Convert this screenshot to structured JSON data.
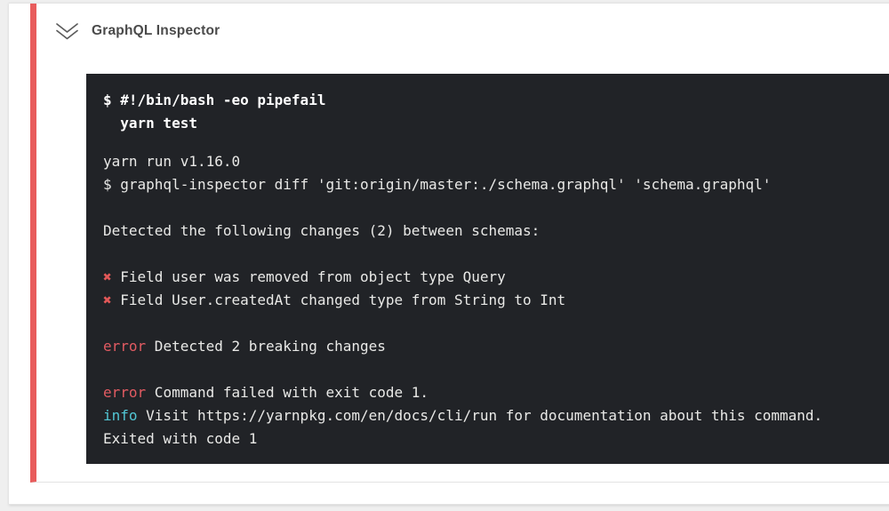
{
  "header": {
    "title": "GraphQL Inspector"
  },
  "icons": {
    "collapse": "double-chevron-down-icon"
  },
  "colors": {
    "page_bg": "#efefef",
    "card_bg": "#ffffff",
    "divider": "#e3e3e3",
    "step_accent": "#e85c5c",
    "title_color": "#4a4a4a",
    "terminal_bg": "#212327",
    "terminal_text": "#e9e9e7",
    "terminal_bold_text": "#ffffff",
    "cross_red": "#e25858",
    "error_red": "#e25b62",
    "info_cyan": "#52c7d5"
  },
  "terminal": {
    "lines": [
      {
        "type": "command",
        "text": "$ #!/bin/bash -eo pipefail"
      },
      {
        "type": "command",
        "text": "  yarn test"
      },
      {
        "type": "gap"
      },
      {
        "type": "output",
        "text": "yarn run v1.16.0"
      },
      {
        "type": "output",
        "text": "$ graphql-inspector diff 'git:origin/master:./schema.graphql' 'schema.graphql'"
      },
      {
        "type": "blank"
      },
      {
        "type": "output",
        "text": "Detected the following changes (2) between schemas:"
      },
      {
        "type": "blank"
      },
      {
        "type": "breaking",
        "prefix": "✖",
        "text": " Field user was removed from object type Query"
      },
      {
        "type": "breaking",
        "prefix": "✖",
        "text": " Field User.createdAt changed type from String to Int"
      },
      {
        "type": "blank"
      },
      {
        "type": "error",
        "prefix": "error",
        "text": " Detected 2 breaking changes"
      },
      {
        "type": "blank"
      },
      {
        "type": "error",
        "prefix": "error",
        "text": " Command failed with exit code 1."
      },
      {
        "type": "info",
        "prefix": "info",
        "text": " Visit https://yarnpkg.com/en/docs/cli/run for documentation about this command."
      },
      {
        "type": "output",
        "text": "Exited with code 1"
      }
    ]
  }
}
